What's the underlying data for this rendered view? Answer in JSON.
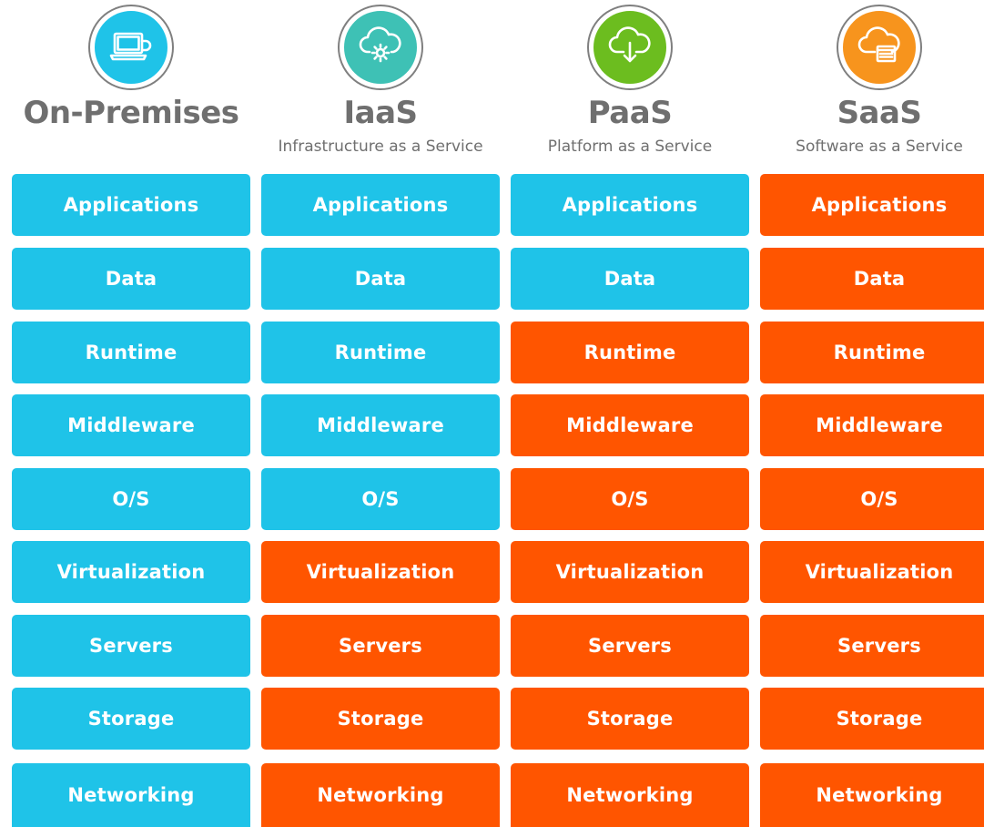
{
  "colors": {
    "managed_by_you": "#1fc3e8",
    "managed_by_vendor": "#ff5500",
    "heading_gray": "#6f6f6f",
    "icon_ring": "#7f7f7f"
  },
  "models": [
    {
      "title": "On-Premises",
      "subtitle": "",
      "icon": "laptop-icon",
      "icon_color": "#1fc3e8",
      "layers": [
        {
          "label": "Applications",
          "managed_by": "you"
        },
        {
          "label": "Data",
          "managed_by": "you"
        },
        {
          "label": "Runtime",
          "managed_by": "you"
        },
        {
          "label": "Middleware",
          "managed_by": "you"
        },
        {
          "label": "O/S",
          "managed_by": "you"
        },
        {
          "label": "Virtualization",
          "managed_by": "you"
        },
        {
          "label": "Servers",
          "managed_by": "you"
        },
        {
          "label": "Storage",
          "managed_by": "you"
        },
        {
          "label": "Networking",
          "managed_by": "you"
        }
      ]
    },
    {
      "title": "IaaS",
      "subtitle": "Infrastructure as a Service",
      "icon": "cloud-gear-icon",
      "icon_color": "#3ec1b5",
      "layers": [
        {
          "label": "Applications",
          "managed_by": "you"
        },
        {
          "label": "Data",
          "managed_by": "you"
        },
        {
          "label": "Runtime",
          "managed_by": "you"
        },
        {
          "label": "Middleware",
          "managed_by": "you"
        },
        {
          "label": "O/S",
          "managed_by": "you"
        },
        {
          "label": "Virtualization",
          "managed_by": "vendor"
        },
        {
          "label": "Servers",
          "managed_by": "vendor"
        },
        {
          "label": "Storage",
          "managed_by": "vendor"
        },
        {
          "label": "Networking",
          "managed_by": "vendor"
        }
      ]
    },
    {
      "title": "PaaS",
      "subtitle": "Platform as a Service",
      "icon": "cloud-download-icon",
      "icon_color": "#6cbd1f",
      "layers": [
        {
          "label": "Applications",
          "managed_by": "you"
        },
        {
          "label": "Data",
          "managed_by": "you"
        },
        {
          "label": "Runtime",
          "managed_by": "vendor"
        },
        {
          "label": "Middleware",
          "managed_by": "vendor"
        },
        {
          "label": "O/S",
          "managed_by": "vendor"
        },
        {
          "label": "Virtualization",
          "managed_by": "vendor"
        },
        {
          "label": "Servers",
          "managed_by": "vendor"
        },
        {
          "label": "Storage",
          "managed_by": "vendor"
        },
        {
          "label": "Networking",
          "managed_by": "vendor"
        }
      ]
    },
    {
      "title": "SaaS",
      "subtitle": "Software as a Service",
      "icon": "cloud-window-icon",
      "icon_color": "#f7941d",
      "layers": [
        {
          "label": "Applications",
          "managed_by": "vendor"
        },
        {
          "label": "Data",
          "managed_by": "vendor"
        },
        {
          "label": "Runtime",
          "managed_by": "vendor"
        },
        {
          "label": "Middleware",
          "managed_by": "vendor"
        },
        {
          "label": "O/S",
          "managed_by": "vendor"
        },
        {
          "label": "Virtualization",
          "managed_by": "vendor"
        },
        {
          "label": "Servers",
          "managed_by": "vendor"
        },
        {
          "label": "Storage",
          "managed_by": "vendor"
        },
        {
          "label": "Networking",
          "managed_by": "vendor"
        }
      ]
    }
  ]
}
